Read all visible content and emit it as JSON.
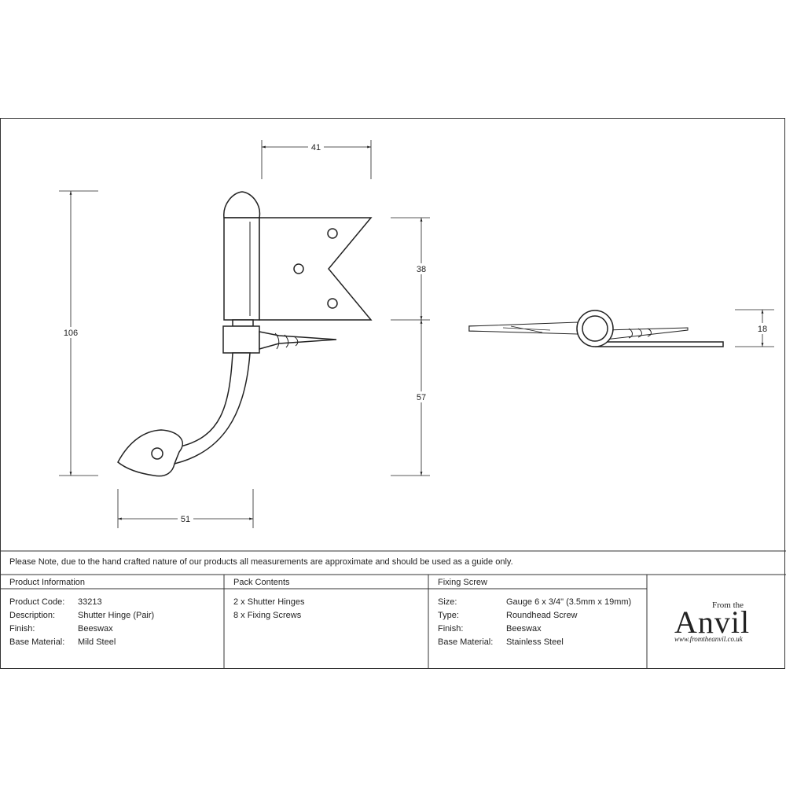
{
  "dimensions": {
    "width_top": "41",
    "height_total": "106",
    "leaf_height": "38",
    "drop_height": "57",
    "foot_width": "51",
    "side_thickness": "18"
  },
  "note": "Please Note, due to the hand crafted nature of our products all measurements are approximate and should be used as a guide only.",
  "product_info": {
    "title": "Product Information",
    "rows": [
      {
        "key": "Product Code:",
        "value": "33213"
      },
      {
        "key": "Description:",
        "value": "Shutter Hinge (Pair)"
      },
      {
        "key": "Finish:",
        "value": "Beeswax"
      },
      {
        "key": "Base Material:",
        "value": "Mild Steel"
      }
    ]
  },
  "pack_contents": {
    "title": "Pack Contents",
    "items": [
      "2 x Shutter Hinges",
      "8 x Fixing Screws"
    ]
  },
  "fixing_screw": {
    "title": "Fixing Screw",
    "rows": [
      {
        "key": "Size:",
        "value": "Gauge 6 x 3/4\" (3.5mm x 19mm)"
      },
      {
        "key": "Type:",
        "value": "Roundhead Screw"
      },
      {
        "key": "Finish:",
        "value": "Beeswax"
      },
      {
        "key": "Base Material:",
        "value": "Stainless Steel"
      }
    ]
  },
  "logo": {
    "from_the": "From the",
    "word": "Anvil",
    "url": "www.fromtheanvil.co.uk"
  }
}
